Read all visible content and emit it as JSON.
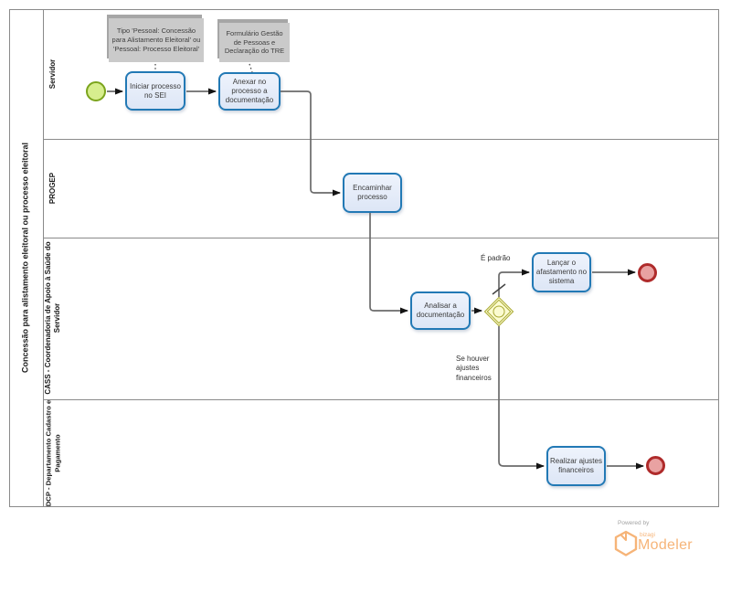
{
  "pool": {
    "title": "Concessão para alistamento eleitoral ou processo eleitoral",
    "lanes": [
      {
        "label": "Servidor"
      },
      {
        "label": "PROGEP"
      },
      {
        "label": "CASS - Coordenadoria de Apoio à Saúde do Servidor"
      },
      {
        "label": "DCP - Departamento Cadastro e Pagamento"
      }
    ]
  },
  "annotations": [
    {
      "text": "Tipo 'Pessoal: Concessão para Alistamento Eleitoral' ou 'Pessoal: Processo Eleitoral'"
    },
    {
      "text": "Formulário Gestão de Pessoas e Declaração do TRE"
    }
  ],
  "tasks": [
    {
      "label": "Iniciar processo no SEI"
    },
    {
      "label": "Anexar no processo a documentação"
    },
    {
      "label": "Encaminhar processo"
    },
    {
      "label": "Analisar a documentação"
    },
    {
      "label": "Lançar o afastamento no sistema"
    },
    {
      "label": "Realizar ajustes financeiros"
    }
  ],
  "gateway": {
    "type": "inclusive-gateway"
  },
  "flow_labels": {
    "default_flow": "É padrão",
    "conditional_flow": "Se houver ajustes financeiros"
  },
  "footer": {
    "powered_by": "Powered by",
    "brand": "bizagi",
    "product": "Modeler"
  },
  "colors": {
    "task_border": "#2279B5",
    "task_fill": "#E6EDF9",
    "start_fill": "#D7EE8E",
    "start_stroke": "#7BA41C",
    "end_fill": "#E9A2A2",
    "end_stroke": "#AF2B2B",
    "gateway_stroke": "#A8A832",
    "gateway_fill": "#FBFBD0",
    "annotation_fill": "#CACACA",
    "line": "#6B6B6B",
    "brand_orange": "#F6B478"
  }
}
